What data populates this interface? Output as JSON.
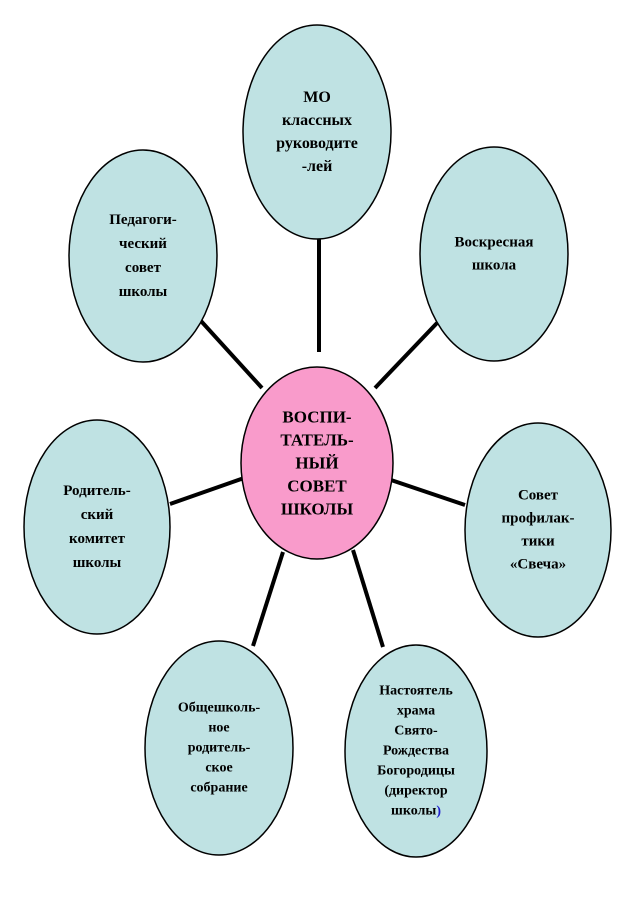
{
  "colors": {
    "center_fill": "#f99bcb",
    "satellite_fill": "#bfe2e3",
    "outline": "#000000",
    "connector": "#000000",
    "accent_paren": "#1f1fcf"
  },
  "center": {
    "lines": [
      "ВОСПИ-",
      "ТАТЕЛЬ-",
      "НЫЙ",
      "СОВЕТ",
      "ШКОЛЫ"
    ]
  },
  "satellites": [
    {
      "id": "mo",
      "lines": [
        "МО",
        "классных",
        "руководите",
        "-лей"
      ]
    },
    {
      "id": "sunday-school",
      "lines": [
        "Воскресная",
        "школа"
      ]
    },
    {
      "id": "prevention",
      "lines": [
        "Совет",
        "профилак-",
        "тики",
        "«Свеча»"
      ]
    },
    {
      "id": "rector",
      "lines": [
        "Настоятель",
        "храма",
        "Свято-",
        "Рождества",
        "Богородицы",
        "(директор",
        "школы"
      ],
      "closing": ")"
    },
    {
      "id": "general-meeting",
      "lines": [
        "Общешколь-",
        "ное",
        "родитель-",
        "ское",
        "собрание"
      ]
    },
    {
      "id": "parent-committee",
      "lines": [
        "Родитель-",
        "ский",
        "комитет",
        "школы"
      ]
    },
    {
      "id": "ped-council",
      "lines": [
        "Педагоги-",
        "ческий",
        "совет",
        "школы"
      ]
    }
  ]
}
